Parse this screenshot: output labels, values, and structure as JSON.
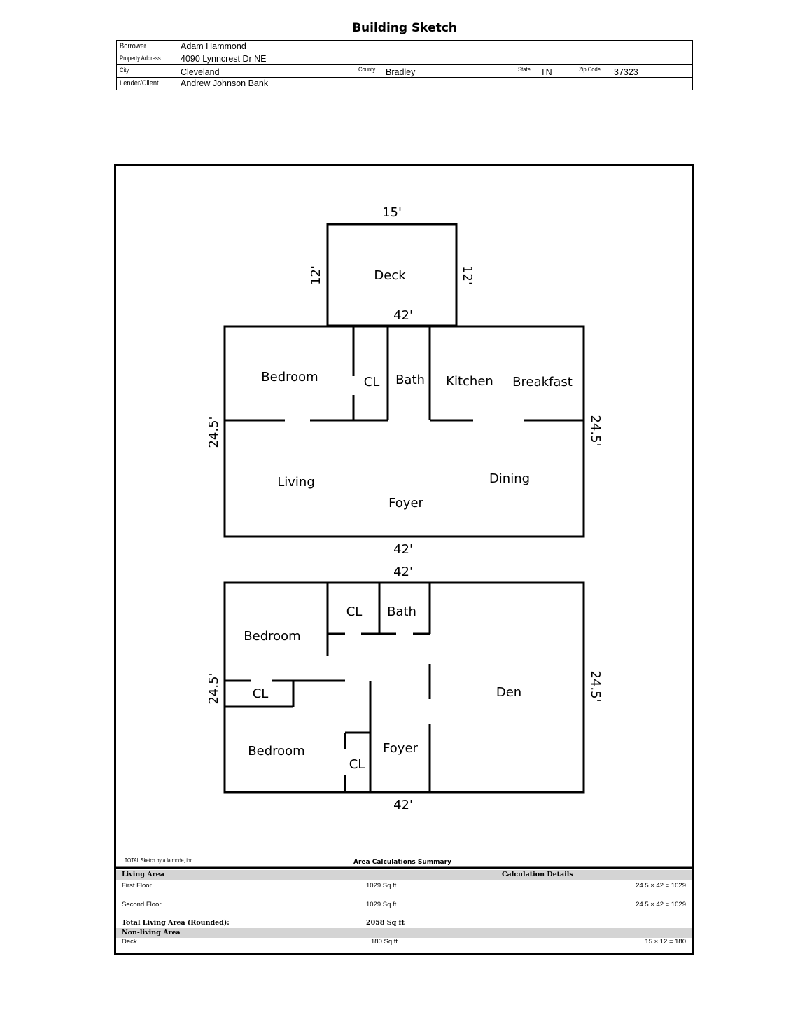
{
  "title": "Building Sketch",
  "header": {
    "borrower_label": "Borrower",
    "borrower": "Adam Hammond",
    "address_label": "Property Address",
    "address": "4090 Lynncrest Dr NE",
    "city_label": "City",
    "city": "Cleveland",
    "county_label": "County",
    "county": "Bradley",
    "state_label": "State",
    "state": "TN",
    "zip_label": "Zip Code",
    "zip": "37323",
    "lender_label": "Lender/Client",
    "lender": "Andrew Johnson Bank"
  },
  "sketch": {
    "deck": {
      "label": "Deck",
      "width": "15'",
      "depth_left": "12'",
      "depth_right": "12'"
    },
    "first_floor": {
      "top_dim": "42'",
      "bottom_dim": "42'",
      "left_dim": "24.5'",
      "right_dim": "24.5'",
      "rooms": [
        "Bedroom",
        "CL",
        "Bath",
        "Kitchen",
        "Breakfast",
        "Living",
        "Foyer",
        "Dining"
      ]
    },
    "second_floor": {
      "top_dim": "42'",
      "bottom_dim": "42'",
      "left_dim": "24.5'",
      "right_dim": "24.5'",
      "rooms": [
        "CL",
        "Bath",
        "Bedroom",
        "CL",
        "Den",
        "Bedroom",
        "Foyer",
        "CL"
      ]
    }
  },
  "credit": "TOTAL Sketch by a la mode, inc.",
  "area_summary": {
    "title": "Area Calculations Summary",
    "living_label": "Living Area",
    "details_label": "Calculation Details",
    "rows": [
      {
        "name": "First Floor",
        "area": "1029 Sq ft",
        "calc": "24.5 × 42 = 1029"
      },
      {
        "name": "Second Floor",
        "area": "1029 Sq ft",
        "calc": "24.5 × 42 = 1029"
      }
    ],
    "total_label": "Total Living Area (Rounded):",
    "total_value": "2058 Sq ft",
    "nonliving_label": "Non-living Area",
    "nonliving": [
      {
        "name": "Deck",
        "area": "180 Sq ft",
        "calc": "15 × 12 = 180"
      }
    ]
  }
}
